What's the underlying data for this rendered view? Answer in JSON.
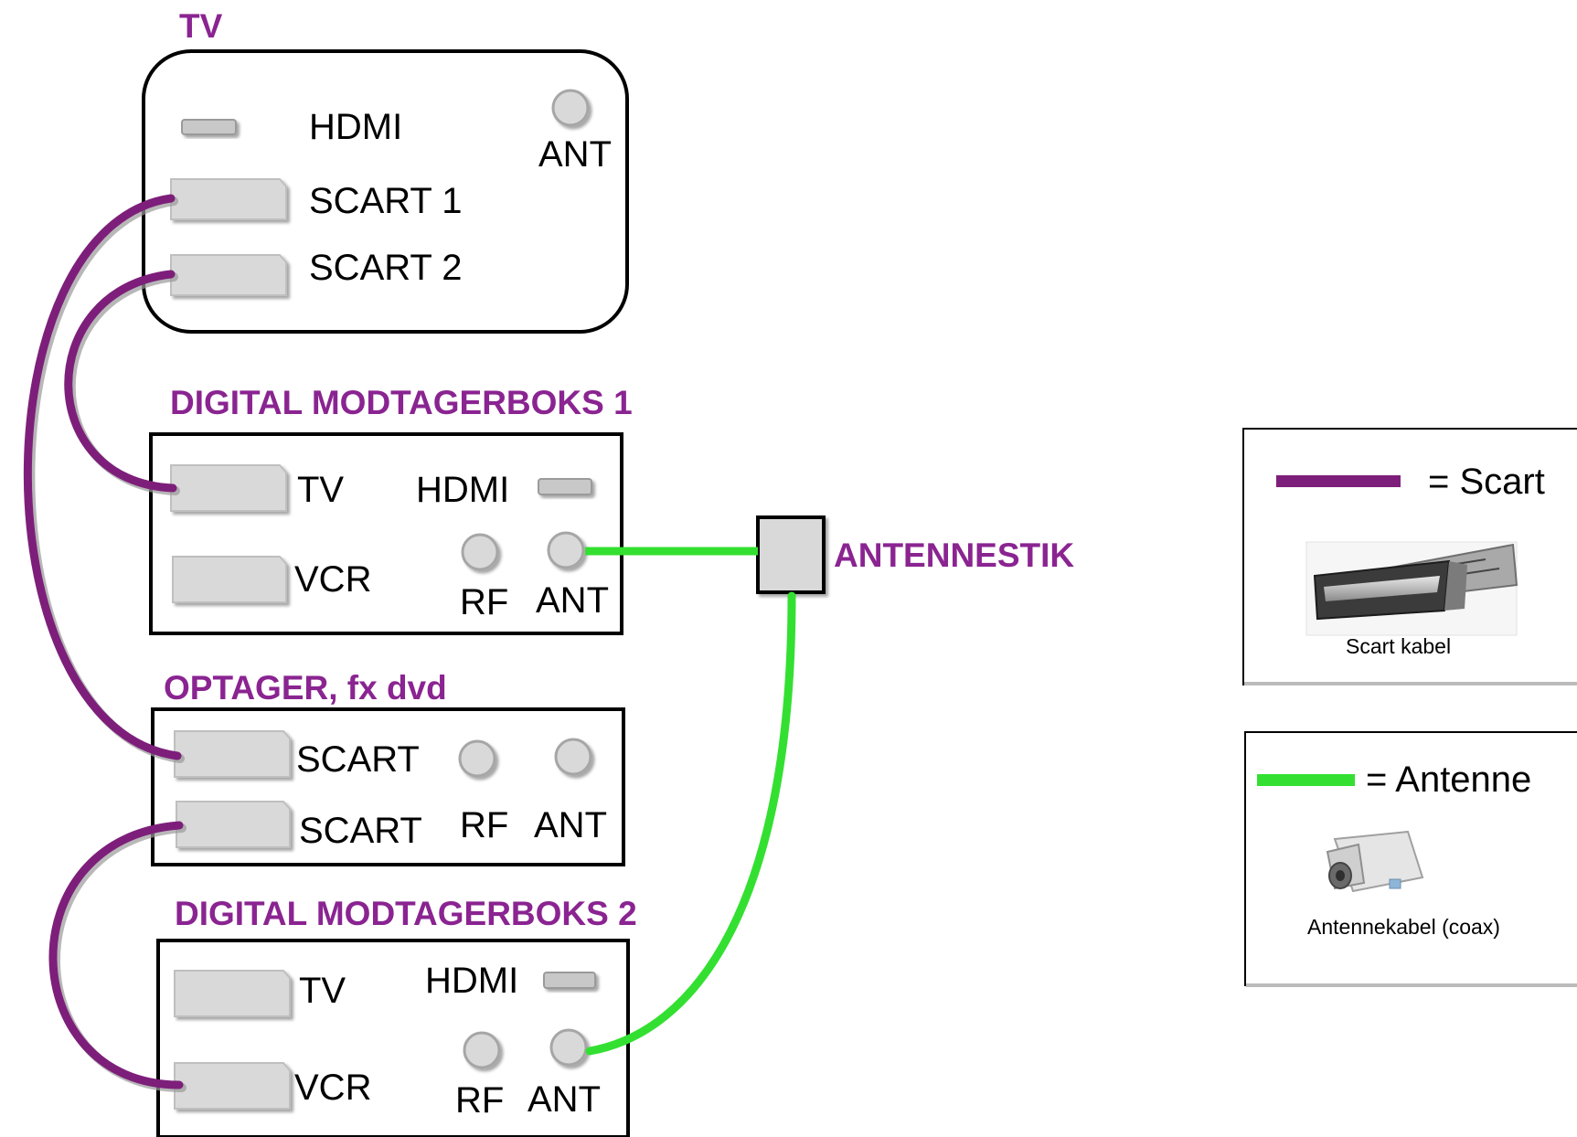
{
  "colors": {
    "scart": "#7d1f7a",
    "antenna": "#33e031",
    "title": "#8a2491",
    "port_fill": "#d9d9d9",
    "port_stroke": "#a6a6a6"
  },
  "devices": {
    "tv": {
      "title": "TV",
      "hdmi": "HDMI",
      "ant": "ANT",
      "scart1": "SCART 1",
      "scart2": "SCART 2"
    },
    "box1": {
      "title": "DIGITAL MODTAGERBOKS 1",
      "tv": "TV",
      "hdmi": "HDMI",
      "vcr": "VCR",
      "rf": "RF",
      "ant": "ANT"
    },
    "recorder": {
      "title": "OPTAGER, fx dvd",
      "scart_a": "SCART",
      "scart_b": "SCART",
      "rf": "RF",
      "ant": "ANT"
    },
    "box2": {
      "title": "DIGITAL MODTAGERBOKS 2",
      "tv": "TV",
      "hdmi": "HDMI",
      "vcr": "VCR",
      "rf": "RF",
      "ant": "ANT"
    }
  },
  "outlet": {
    "label": "ANTENNESTIK"
  },
  "legend": {
    "scart": {
      "label": "= Scart",
      "image_caption": "Scart kabel",
      "icon": "scart-plug-icon"
    },
    "antenna": {
      "label": "= Antenne",
      "image_caption": "Antennekabel (coax)",
      "icon": "coax-plug-icon"
    }
  }
}
